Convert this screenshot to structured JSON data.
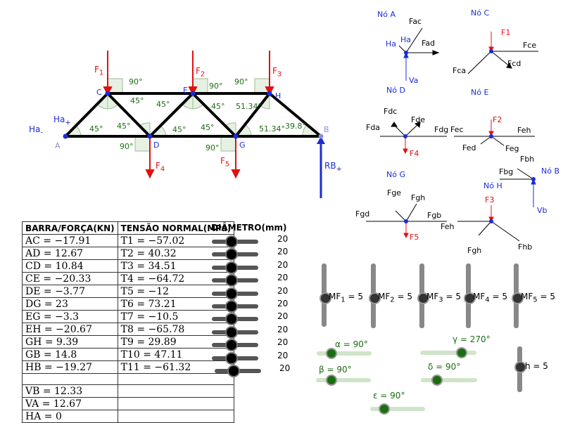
{
  "truss": {
    "node_labels": {
      "A": "A",
      "B": "B",
      "C": "C",
      "D": "D",
      "E": "E",
      "G": "G",
      "H": "H"
    },
    "forces": {
      "F1": "F",
      "F1sub": "1",
      "F2": "F",
      "F2sub": "2",
      "F3": "F",
      "F3sub": "3",
      "F4": "F",
      "F4sub": "4",
      "F5": "F",
      "F5sub": "5",
      "RB": "RB",
      "RBsub": "+"
    },
    "ha_plus": "Ha",
    "ha_plus_sub": "+",
    "ha_minus": "Ha",
    "ha_minus_sub": "-",
    "angles": [
      "90°",
      "90°",
      "90°",
      "45°",
      "45°",
      "45°",
      "45°",
      "45°",
      "45°",
      "51.34°",
      "90°",
      "90°",
      "51.34°",
      "39.8°",
      "45°"
    ]
  },
  "table": {
    "headers": [
      "BARRA/FORÇA(KN)",
      "TENSÃO NORMAL(MPa)"
    ],
    "rows": [
      [
        "AC = −17.91",
        "T1 = −57.02"
      ],
      [
        "AD = 12.67",
        "T2 = 40.32"
      ],
      [
        "CD = 10.84",
        "T3 = 34.51"
      ],
      [
        "CE = −20.33",
        "T4 = −64.72"
      ],
      [
        "DE = −3.77",
        "T5 = −12"
      ],
      [
        "DG = 23",
        "T6 = 73.21"
      ],
      [
        "EG = −3.3",
        "T7 = −10.5"
      ],
      [
        "EH = −20.67",
        "T8 = −65.78"
      ],
      [
        "GH = 9.39",
        "T9 = 29.89"
      ],
      [
        "GB = 14.8",
        "T10 = 47.11"
      ],
      [
        "HB = −19.27",
        "T11 = −61.32"
      ]
    ],
    "reactions": [
      "VB = 12.33",
      "VA = 12.67",
      "HA = 0"
    ]
  },
  "diameter": {
    "header": "DIÂMETRO(mm)",
    "values": [
      "20",
      "20",
      "20",
      "20",
      "20",
      "20",
      "20",
      "20",
      "20",
      "20",
      "20"
    ]
  },
  "moment_sliders": [
    {
      "label": "MF",
      "sub": "1",
      "eq": " = 5"
    },
    {
      "label": "MF",
      "sub": "2",
      "eq": " = 5"
    },
    {
      "label": "MF",
      "sub": "3",
      "eq": " = 5"
    },
    {
      "label": "MF",
      "sub": "4",
      "eq": " = 5"
    },
    {
      "label": "MF",
      "sub": "5",
      "eq": " = 5"
    }
  ],
  "angle_sliders": [
    {
      "label": "α = 90°"
    },
    {
      "label": "γ = 270°"
    },
    {
      "label": "β = 90°"
    },
    {
      "label": "δ = 90°"
    },
    {
      "label": "ε = 90°"
    }
  ],
  "h_slider": {
    "label": "h = 5"
  },
  "free_body": {
    "noA": "Nó A",
    "noC": "Nó C",
    "noD": "Nó D",
    "noE": "Nó E",
    "noG": "Nó G",
    "noB": "Nó B",
    "noH": "Nó H",
    "fac": "Fac",
    "fad": "Fad",
    "ha": "Ha",
    "va": "Va",
    "f1": "F1",
    "fce": "Fce",
    "fca": "Fca",
    "fcd": "Fcd",
    "fdc": "Fdc",
    "fde": "Fde",
    "fda": "Fda",
    "fdg": "Fdg",
    "f4": "F4",
    "fec": "Fec",
    "f2": "F2",
    "feh": "Feh",
    "fed": "Fed",
    "feg": "Feg",
    "fbh": "Fbh",
    "fbg": "Fbg",
    "vb": "Vb",
    "fge": "Fge",
    "fgh": "Fgh",
    "fgd": "Fgd",
    "fgb": "Fgb",
    "f5": "F5",
    "f3": "F3",
    "feh2": "Feh",
    "fgh2": "Fgh",
    "fhb": "Fhb"
  },
  "colors": {
    "truss": "#000000",
    "force": "#e01010",
    "node": "#1a2cd8",
    "angle": "#1b6d12",
    "angle_fill": "#e6f1e3"
  }
}
